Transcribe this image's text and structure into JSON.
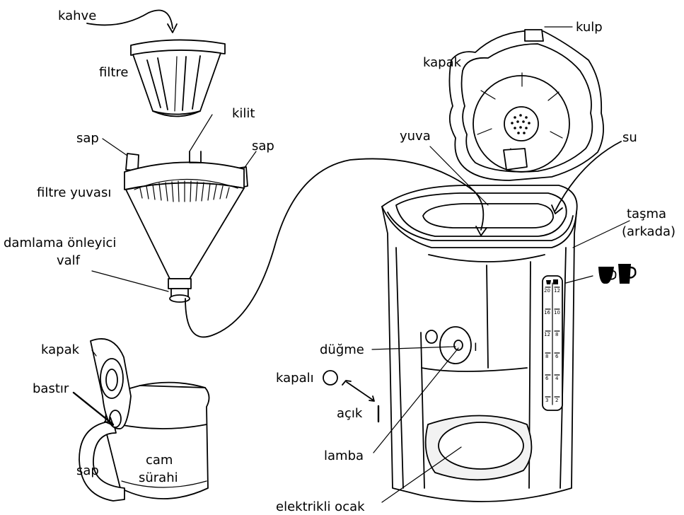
{
  "labels": {
    "kahve": "kahve",
    "filtre": "filtre",
    "kilit": "kilit",
    "sap_left": "sap",
    "sap_right": "sap",
    "filtre_yuvasi": "filtre yuvası",
    "damlama_line1": "damlama önleyici",
    "damlama_line2": "valf",
    "kapak_carafe": "kapak",
    "bastir": "bastır",
    "sap_carafe": "sap",
    "cam": "cam",
    "surahi": "sürahi",
    "kulp": "kulp",
    "kapak_lid": "kapak",
    "yuva": "yuva",
    "su": "su",
    "tasma_line1": "taşma",
    "tasma_line2": "(arkada)",
    "dugme": "düğme",
    "kapali": "kapalı",
    "acik": "açık",
    "lamba": "lamba",
    "elektrikli_ocak": "elektrikli ocak",
    "switch_on_mark": "I"
  },
  "gauge": {
    "left_ticks": [
      "20",
      "16",
      "12",
      "8",
      "6",
      "3"
    ],
    "right_ticks": [
      "12",
      "10",
      "8",
      "6",
      "4",
      "2"
    ]
  },
  "icons": [
    "cup-icon",
    "mug-icon",
    "off-circle-icon",
    "on-bar-icon",
    "double-arrow-icon"
  ]
}
